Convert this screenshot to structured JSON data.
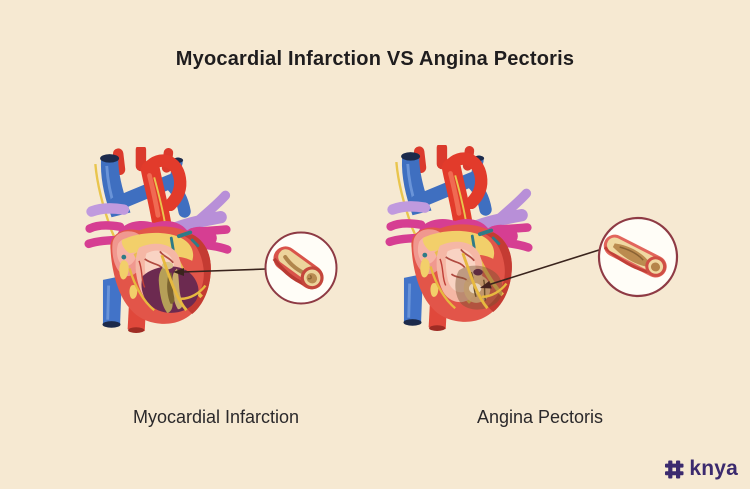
{
  "title": "Myocardial Infarction VS Angina Pectoris",
  "comparison": {
    "left": {
      "label": "Myocardial Infarction"
    },
    "right": {
      "label": "Angina Pectoris"
    }
  },
  "brand": {
    "logo_text": "knya",
    "logo_icon": "hash-icon"
  },
  "colors": {
    "background": "#f6e9d2",
    "title_text": "#1f1d1e",
    "label_text": "#2b292b",
    "callout_ring": "#8e3a44",
    "arrow": "#3a241d",
    "brand_purple": "#3b2a6e",
    "infarct_tissue": "#6c2a50",
    "ischemic_tissue": "#9c7a55",
    "artery_wall": "#d9534a",
    "plaque": "#b98b52",
    "heart_red": "#e25549",
    "vein_blue": "#3f6fc0",
    "pulmonary_purple": "#b88fd8",
    "atrium_magenta": "#d63e92",
    "fat_yellow": "#f2cf6a"
  }
}
